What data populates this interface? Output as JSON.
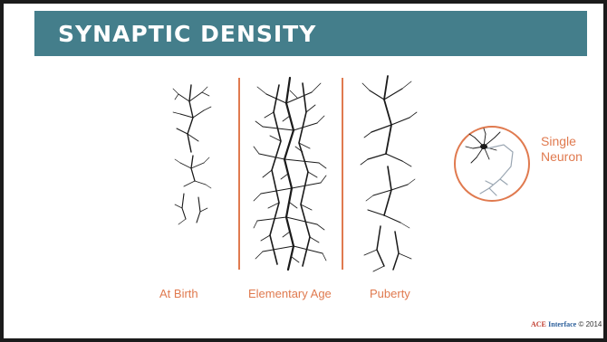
{
  "header": {
    "title": "SYNAPTIC DENSITY"
  },
  "stages": [
    {
      "label": "At Birth"
    },
    {
      "label": "Elementary Age"
    },
    {
      "label": "Puberty"
    }
  ],
  "neuron": {
    "label_line1": "Single",
    "label_line2": "Neuron"
  },
  "footer": {
    "brand_ace": "ACE",
    "brand_interface": "Interface",
    "copyright": "© 2014"
  },
  "colors": {
    "title_bar": "#447e8b",
    "accent": "#e07a4f",
    "ink": "#1a1a1a"
  }
}
